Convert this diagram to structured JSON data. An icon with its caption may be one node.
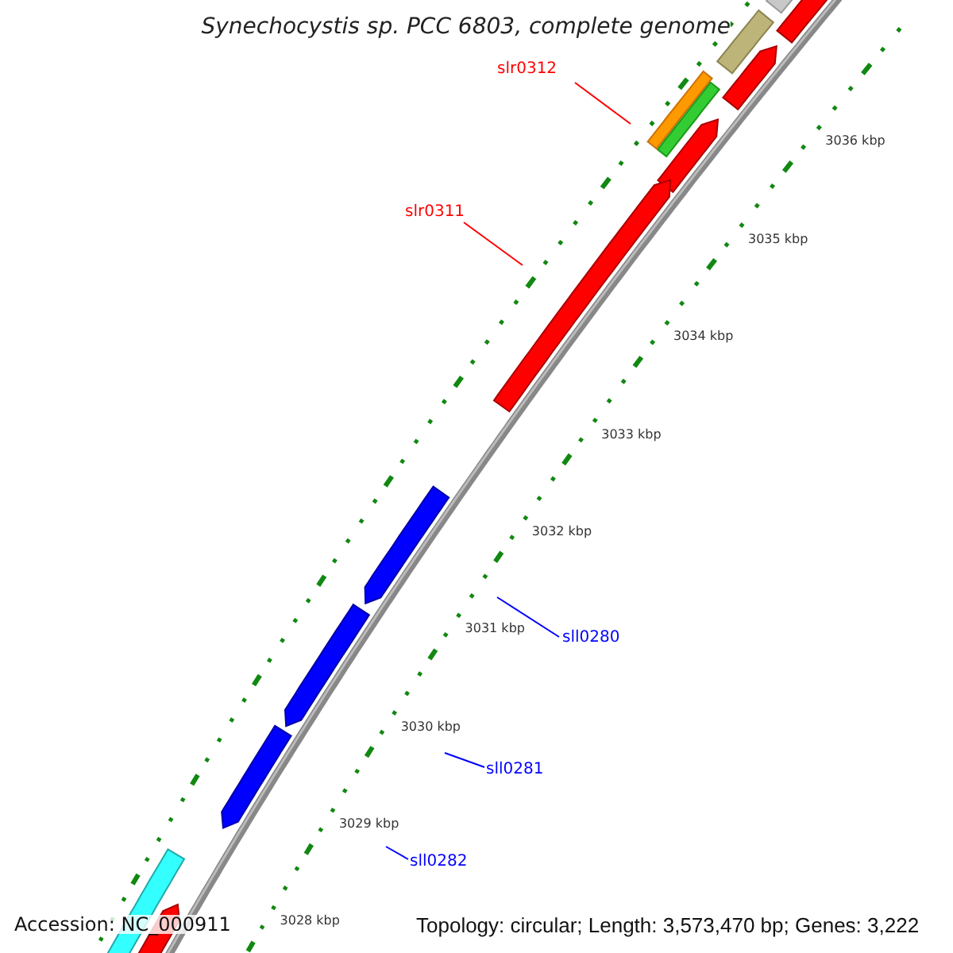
{
  "diagram": {
    "title": "Synechocystis sp. PCC 6803, complete genome",
    "nodes": [
      {
        "text": [
          "slr0312"
        ]
      },
      {
        "text": [
          "slr0311"
        ]
      },
      {
        "text": [
          "sll0280"
        ]
      },
      {
        "text": [
          "sll0281"
        ]
      },
      {
        "text": [
          "sll0282"
        ]
      }
    ],
    "edges": [
      {
        "from": 0,
        "to": null,
        "arrow": "none",
        "color": "#ff0000"
      },
      {
        "from": 1,
        "to": null,
        "arrow": "none",
        "color": "#ff0000"
      },
      {
        "from": 2,
        "to": null,
        "arrow": "none"
      },
      {
        "from": 3,
        "to": null,
        "arrow": "none"
      },
      {
        "from": 4,
        "to": null,
        "arrow": "none"
      }
    ],
    "labels": [
      "3036 kbp",
      "3035 kbp",
      "3034 kbp",
      "3033 kbp",
      "3032 kbp",
      "3031 kbp",
      "3030 kbp",
      "3029 kbp",
      "3028 kbp",
      "Accession: NC_000911",
      "Topology: circular; Length: 3,573,470 bp; Genes: 3,222"
    ]
  }
}
